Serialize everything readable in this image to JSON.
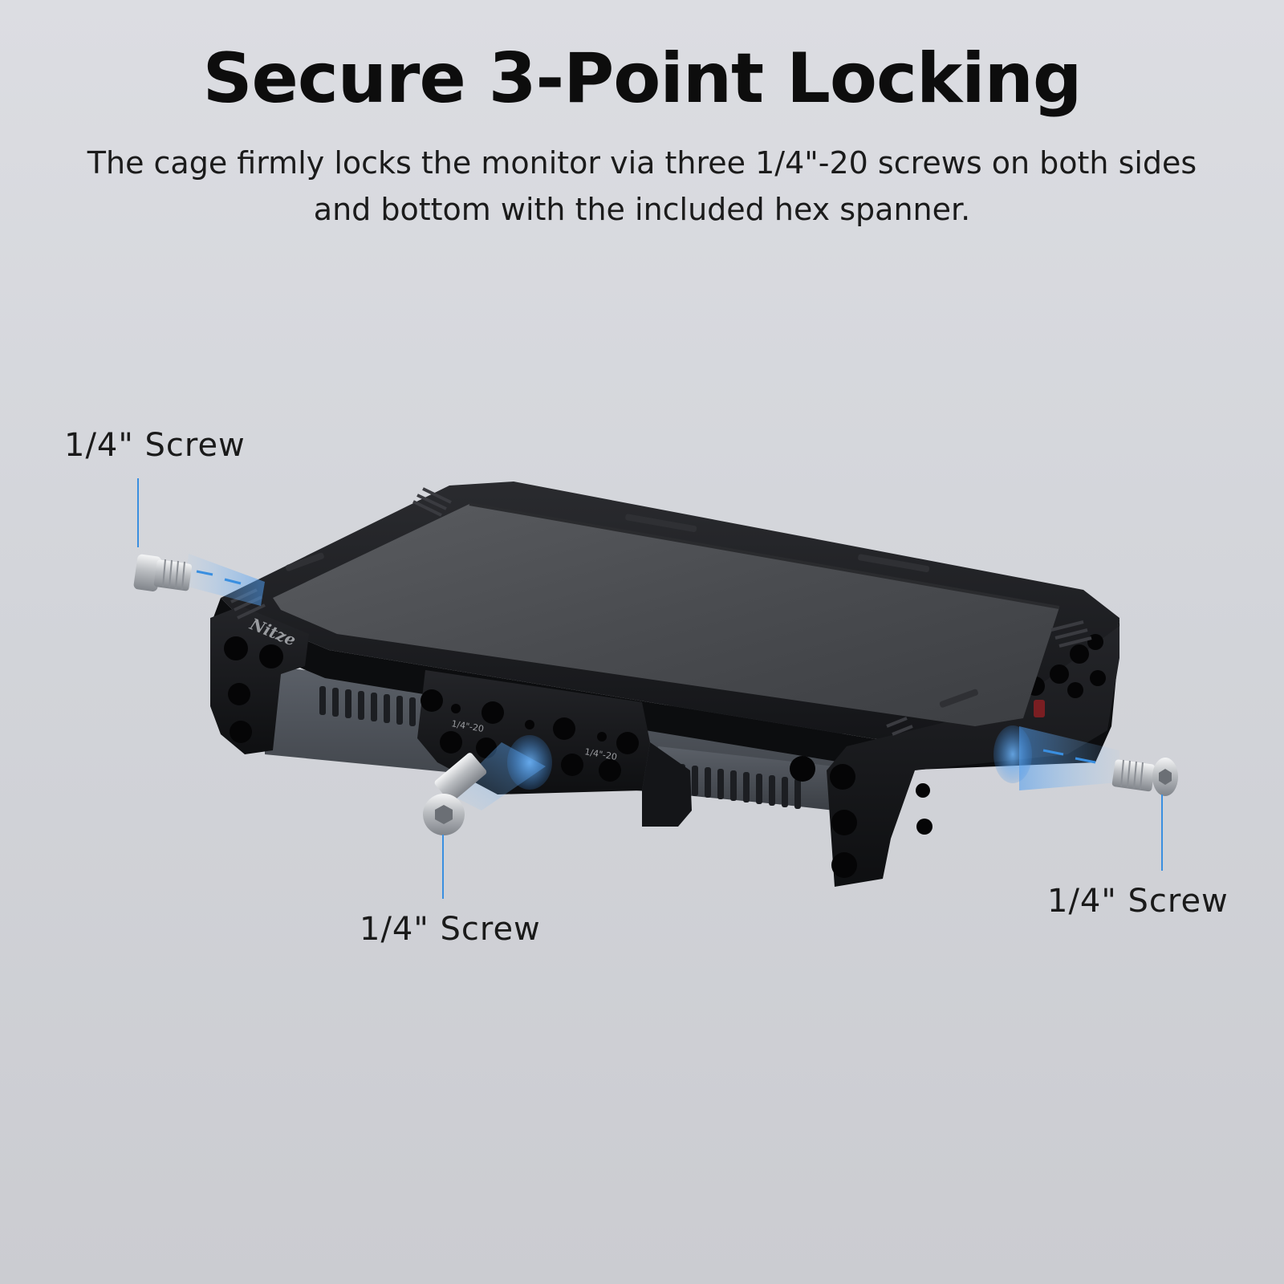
{
  "heading": {
    "title": "Secure 3-Point Locking",
    "subtitle_line1": "The cage firmly locks the monitor via three 1/4\"-20 screws on both sides",
    "subtitle_line2": "and bottom with the included hex spanner."
  },
  "callouts": {
    "left": "1/4\" Screw",
    "bottom": "1/4\" Screw",
    "right": "1/4\" Screw"
  },
  "product": {
    "brand_mark": "Nitze",
    "engraving": "1/4\"-20"
  },
  "colors": {
    "background": "#d6d7dc",
    "cage": "#17181b",
    "screen": "#4b4d51",
    "leader_line": "#3a8fe0",
    "screw": "#c7c9cc"
  }
}
